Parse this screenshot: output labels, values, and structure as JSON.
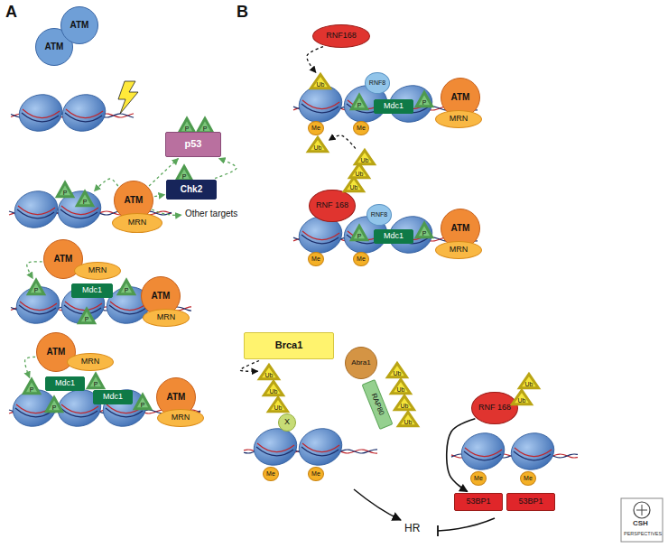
{
  "diagram": {
    "nodes": [
      {
        "text": [
          "ATM"
        ]
      },
      {
        "text": [
          "ATM"
        ]
      },
      {
        "text": [
          "P"
        ]
      },
      {
        "text": [
          "P"
        ]
      },
      {
        "text": [
          "ATM"
        ]
      },
      {
        "text": [
          "MRN"
        ]
      },
      {
        "text": [
          "P"
        ]
      },
      {
        "text": [
          "P"
        ]
      },
      {
        "text": [
          "p53"
        ]
      },
      {
        "text": [
          "P"
        ]
      },
      {
        "text": [
          "Chk2"
        ]
      },
      {
        "text": [
          "P"
        ]
      },
      {
        "text": [
          "P"
        ]
      },
      {
        "text": [
          "P"
        ]
      },
      {
        "text": [
          "ATM"
        ]
      },
      {
        "text": [
          "MRN"
        ]
      },
      {
        "text": [
          "Mdc1"
        ]
      },
      {
        "text": [
          "ATM"
        ]
      },
      {
        "text": [
          "MRN"
        ]
      },
      {
        "text": [
          "P"
        ]
      },
      {
        "text": [
          "P"
        ]
      },
      {
        "text": [
          "P"
        ]
      },
      {
        "text": [
          "P"
        ]
      },
      {
        "text": [
          "ATM"
        ]
      },
      {
        "text": [
          "MRN"
        ]
      },
      {
        "text": [
          "Mdc1"
        ]
      },
      {
        "text": [
          "Mdc1"
        ]
      },
      {
        "text": [
          "ATM"
        ]
      },
      {
        "text": [
          "MRN"
        ]
      },
      {
        "text": [
          "RNF168"
        ]
      },
      {
        "text": [
          "Ub"
        ]
      },
      {
        "text": [
          "RNF8"
        ]
      },
      {
        "text": [
          "P"
        ]
      },
      {
        "text": [
          "Mdc1"
        ]
      },
      {
        "text": [
          "P"
        ]
      },
      {
        "text": [
          "ATM"
        ]
      },
      {
        "text": [
          "MRN"
        ]
      },
      {
        "text": [
          "Me"
        ]
      },
      {
        "text": [
          "Me"
        ]
      },
      {
        "text": [
          "Ub"
        ]
      },
      {
        "text": [
          "RNF 168"
        ]
      },
      {
        "text": [
          "Ub"
        ]
      },
      {
        "text": [
          "Ub"
        ]
      },
      {
        "text": [
          "Ub"
        ]
      },
      {
        "text": [
          "RNF8"
        ]
      },
      {
        "text": [
          "P"
        ]
      },
      {
        "text": [
          "Mdc1"
        ]
      },
      {
        "text": [
          "P"
        ]
      },
      {
        "text": [
          "ATM"
        ]
      },
      {
        "text": [
          "MRN"
        ]
      },
      {
        "text": [
          "Me"
        ]
      },
      {
        "text": [
          "Me"
        ]
      },
      {
        "text": [
          "Brca1"
        ]
      },
      {
        "text": [
          "Abra1"
        ]
      },
      {
        "text": [
          "RAP80"
        ]
      },
      {
        "text": [
          "Ub"
        ]
      },
      {
        "text": [
          "Ub"
        ]
      },
      {
        "text": [
          "Ub"
        ]
      },
      {
        "text": [
          "X"
        ]
      },
      {
        "text": [
          "Ub"
        ]
      },
      {
        "text": [
          "Ub"
        ]
      },
      {
        "text": [
          "Ub"
        ]
      },
      {
        "text": [
          "Ub"
        ]
      },
      {
        "text": [
          "Me"
        ]
      },
      {
        "text": [
          "Me"
        ]
      },
      {
        "text": [
          "RNF 168"
        ]
      },
      {
        "text": [
          "Ub"
        ]
      },
      {
        "text": [
          "Ub"
        ]
      },
      {
        "text": [
          "Me"
        ]
      },
      {
        "text": [
          "Me"
        ]
      },
      {
        "text": [
          "53BP1"
        ]
      },
      {
        "text": [
          "53BP1"
        ]
      }
    ],
    "edges": [
      {
        "from": 4,
        "to": 3,
        "arrow": "to"
      },
      {
        "from": 4,
        "to": 8,
        "arrow": "to"
      },
      {
        "from": 4,
        "to": 10,
        "arrow": "to"
      },
      {
        "from": 10,
        "to": 8,
        "arrow": "to"
      },
      {
        "from": 14,
        "to": 11,
        "arrow": "to"
      },
      {
        "from": 23,
        "to": 19,
        "arrow": "to"
      },
      {
        "from": 29,
        "to": 30,
        "arrow": "to"
      },
      {
        "from": 43,
        "to": 39,
        "arrow": "to"
      },
      {
        "from": 52,
        "to": 55,
        "arrow": "to"
      },
      {
        "from": 65,
        "to": 70,
        "arrow": "to"
      }
    ],
    "labels": [
      "A",
      "B",
      "Other targets",
      "HR",
      "CSH",
      "PERSPECTIVES"
    ]
  }
}
